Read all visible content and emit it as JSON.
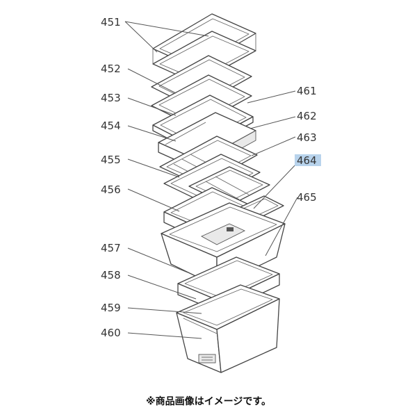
{
  "labels": {
    "p451": "451",
    "p452": "452",
    "p453": "453",
    "p454": "454",
    "p455": "455",
    "p456": "456",
    "p457": "457",
    "p458": "458",
    "p459": "459",
    "p460": "460",
    "p461": "461",
    "p462": "462",
    "p463": "463",
    "p464": "464",
    "p465": "465"
  },
  "highlight_color": "#b8d3ec",
  "footnote": "※商品画像はイメージです。"
}
